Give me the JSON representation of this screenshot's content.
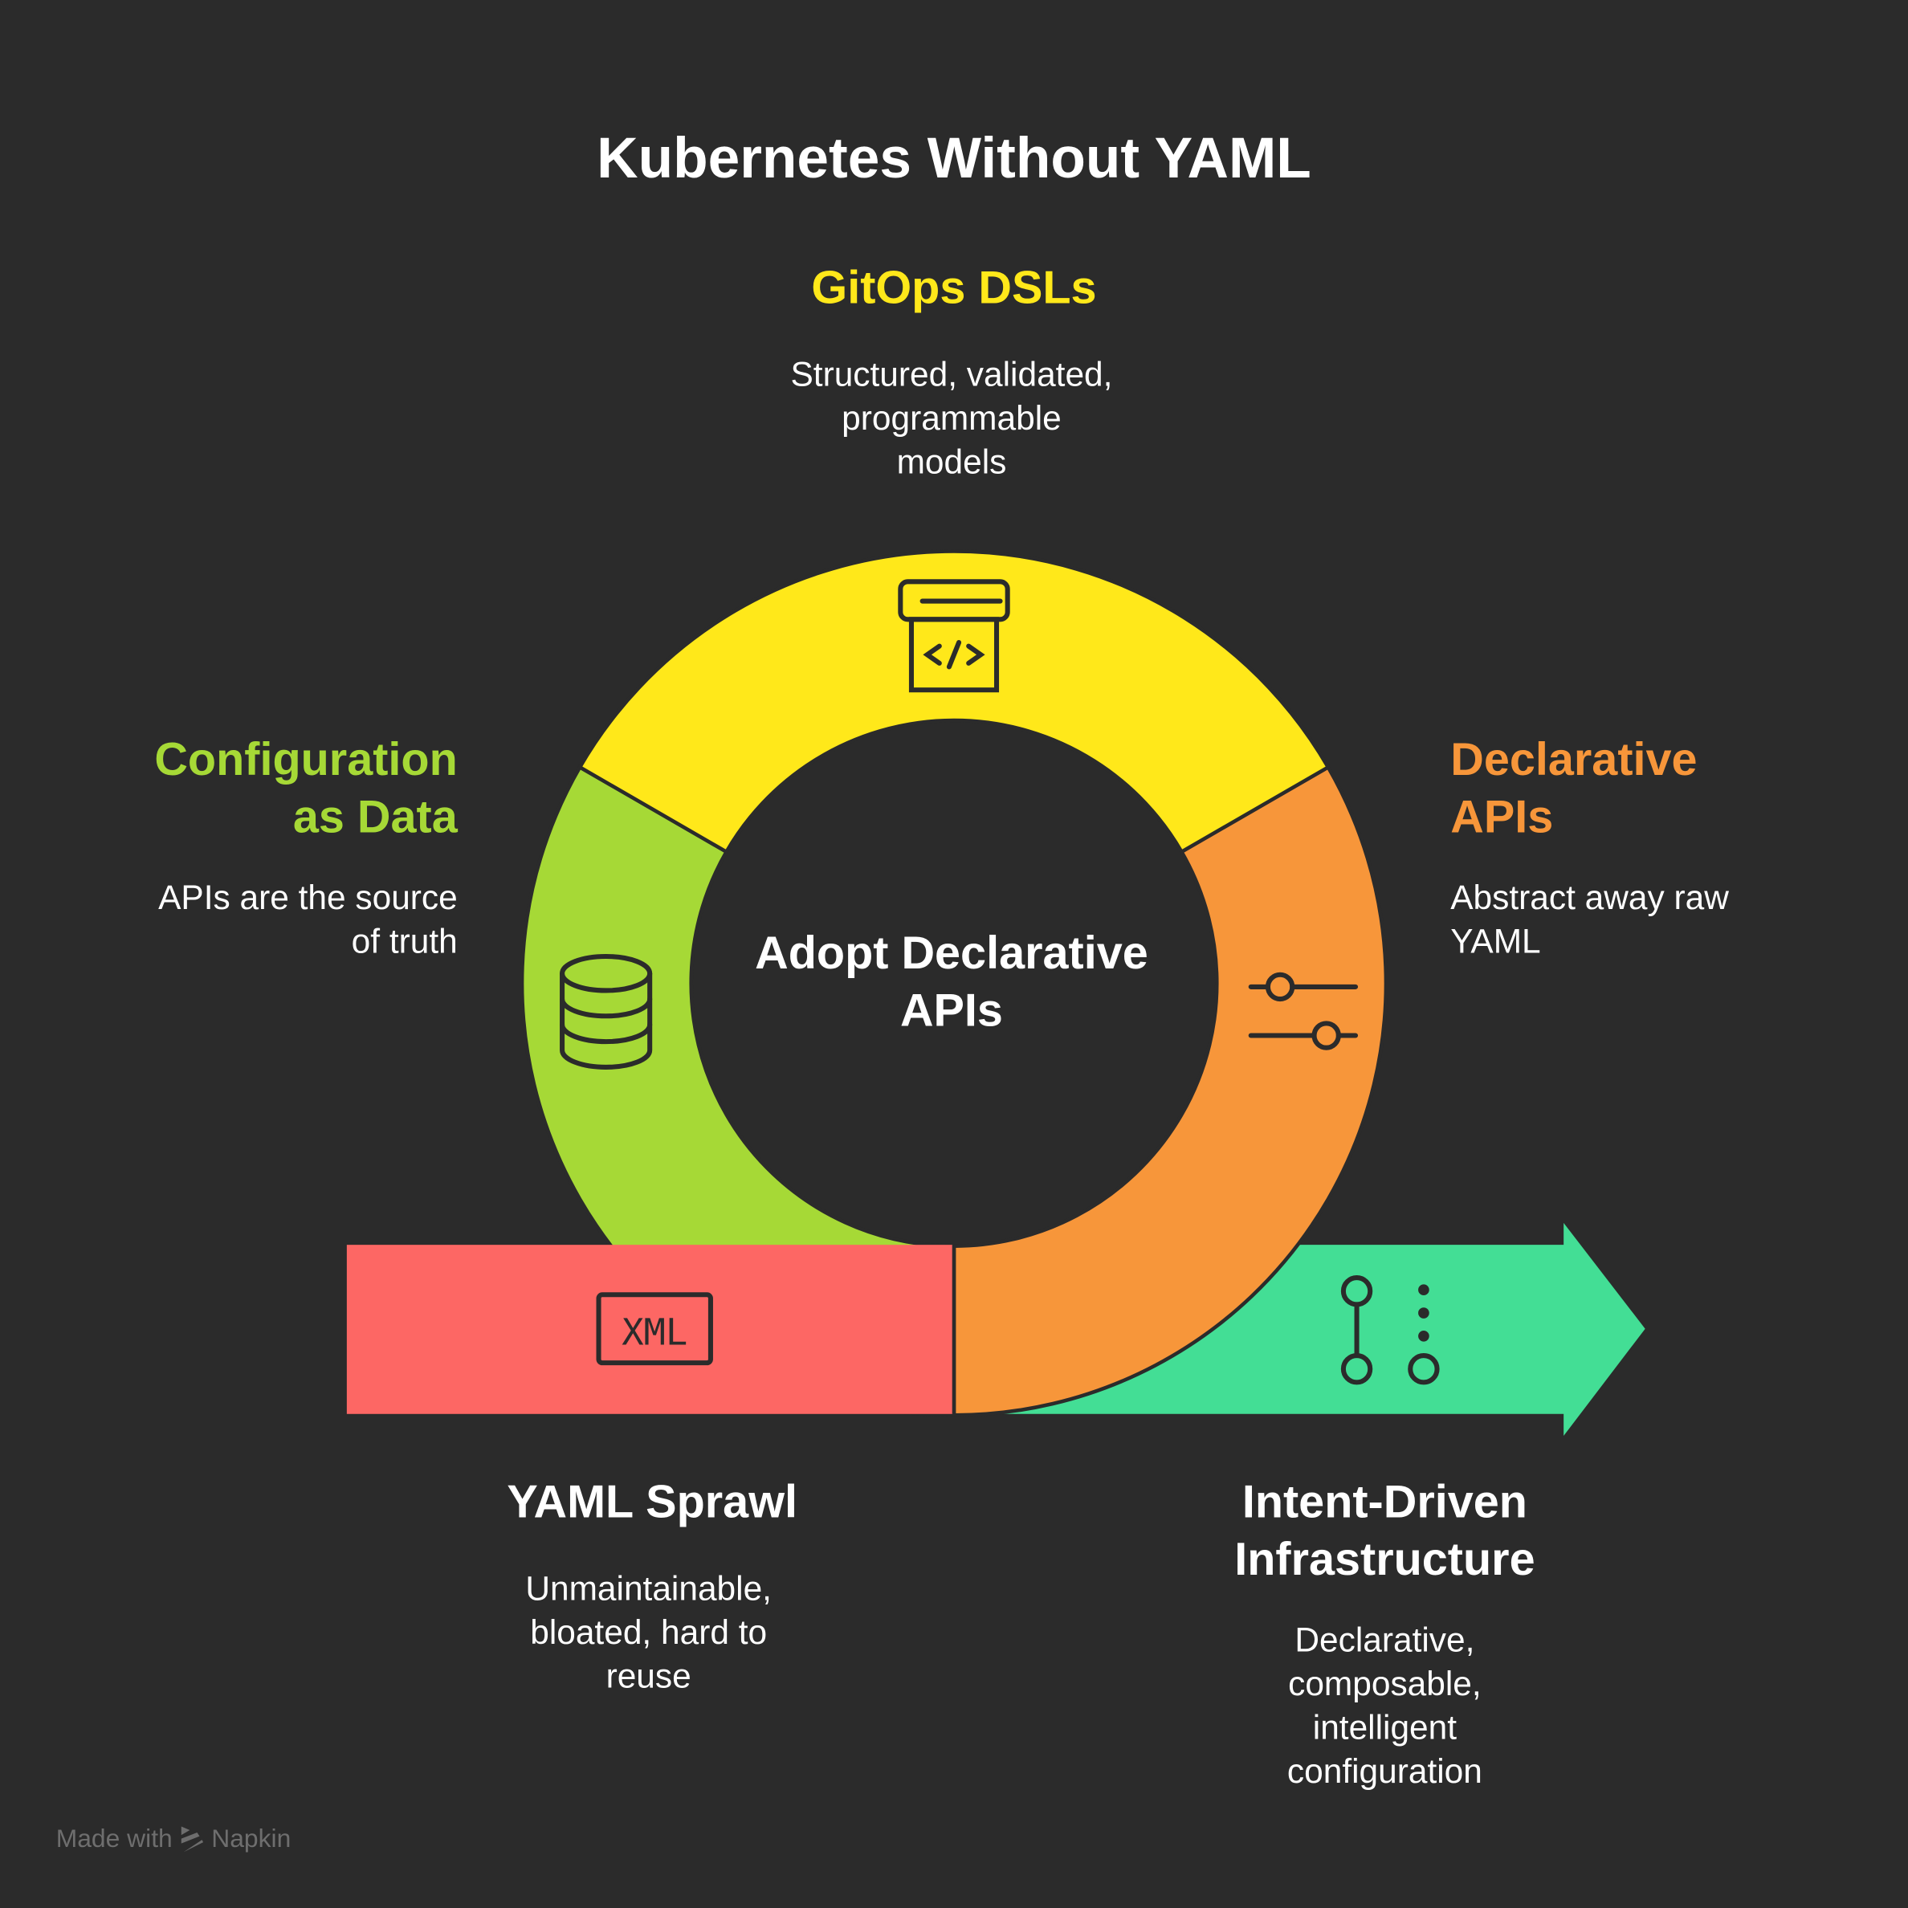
{
  "title": "Kubernetes Without YAML",
  "center": {
    "line1": "Adopt Declarative",
    "line2": "APIs"
  },
  "stages": {
    "gitops": {
      "title": "GitOps DSLs",
      "desc": [
        "Structured, validated,",
        "programmable",
        "models"
      ],
      "color": "#ffe81a",
      "icon": "code-box-icon"
    },
    "config": {
      "title": [
        "Configuration",
        "as Data"
      ],
      "desc": [
        "APIs are the source",
        "of truth"
      ],
      "color": "#a6d936",
      "icon": "database-icon"
    },
    "declarative": {
      "title": [
        "Declarative",
        "APIs"
      ],
      "desc": [
        "Abstract away raw",
        "YAML"
      ],
      "color": "#f7963a",
      "icon": "sliders-icon"
    },
    "yaml": {
      "title": "YAML Sprawl",
      "desc": [
        "Unmaintainable,",
        "bloated, hard to",
        "reuse"
      ],
      "color": "#fd6764",
      "icon": "xml-file-icon",
      "icon_text": "XML"
    },
    "intent": {
      "title": [
        "Intent-Driven",
        "Infrastructure"
      ],
      "desc": [
        "Declarative,",
        "composable,",
        "intelligent",
        "configuration"
      ],
      "color": "#43de95",
      "icon": "git-branch-icon"
    }
  },
  "footer": {
    "made_with": "Made with",
    "brand": "Napkin"
  }
}
